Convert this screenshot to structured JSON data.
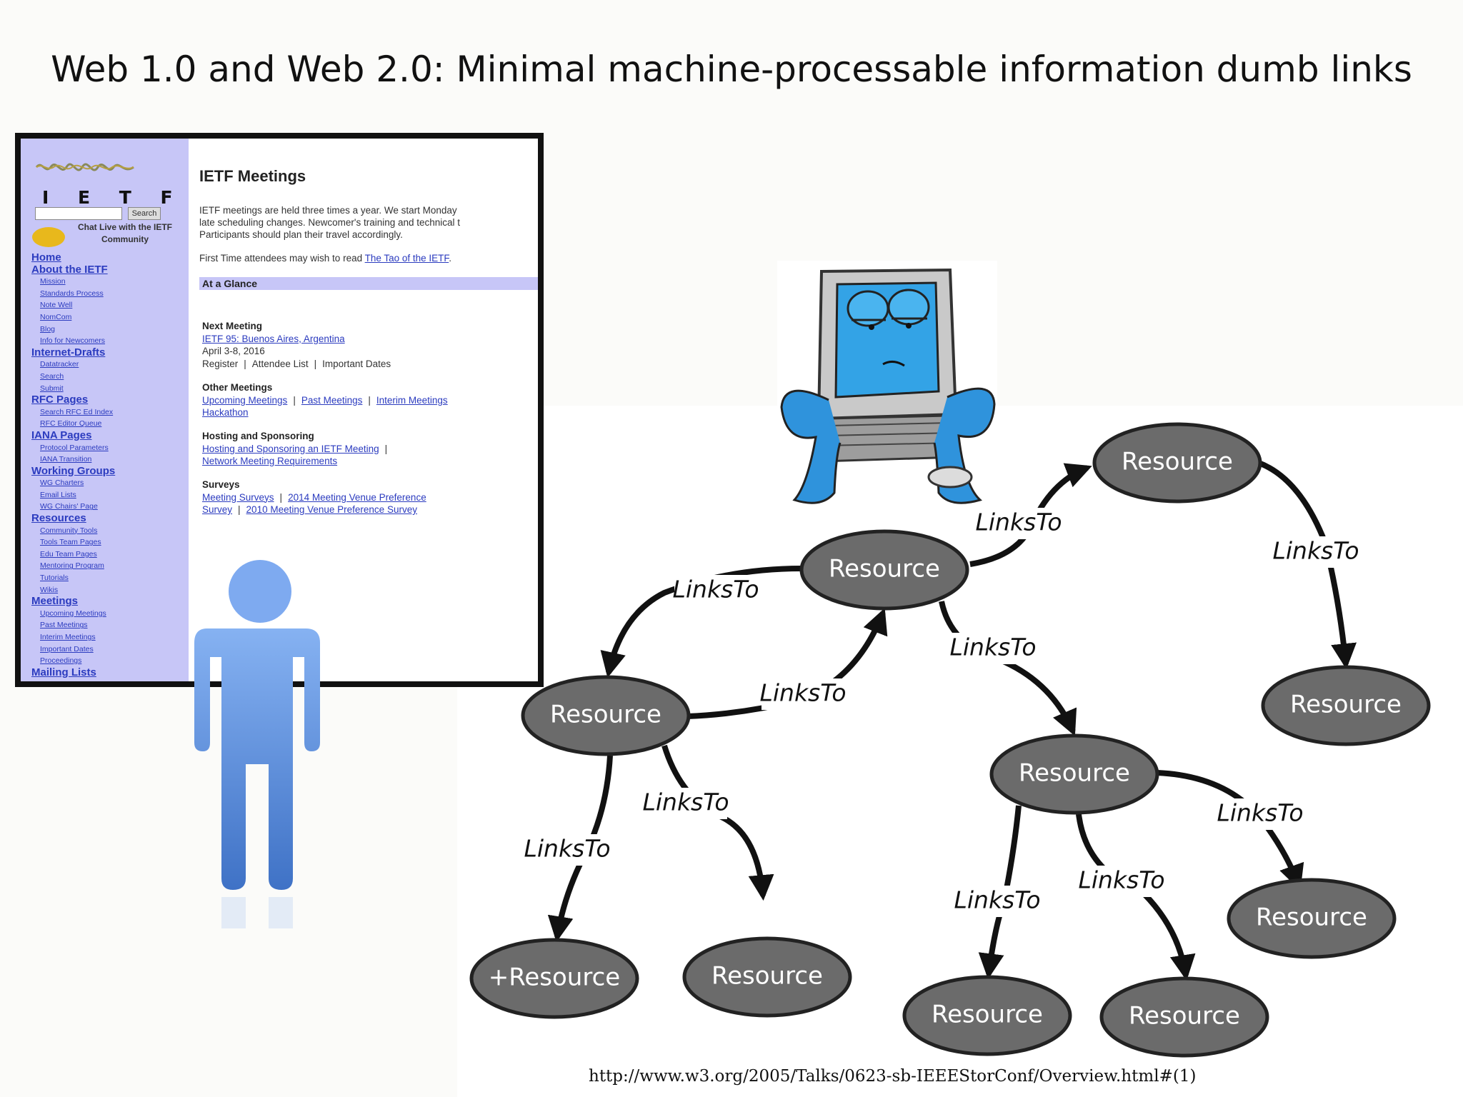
{
  "title": "Web 1.0 and Web 2.0: Minimal machine-processable information dumb links",
  "footer_url": "http://www.w3.org/2005/Talks/0623-sb-IEEEStorConf/Overview.html#(1)",
  "screenshot": {
    "logo_text": "I E T F",
    "search_button": "Search",
    "chat_text": "Chat Live with the IETF Community",
    "nav": [
      {
        "label": "Home",
        "level": "h"
      },
      {
        "label": "About the IETF",
        "level": "h"
      },
      {
        "label": "Mission",
        "level": "s"
      },
      {
        "label": "Standards Process",
        "level": "s"
      },
      {
        "label": "Note Well",
        "level": "s"
      },
      {
        "label": "NomCom",
        "level": "s"
      },
      {
        "label": "Blog",
        "level": "s"
      },
      {
        "label": "Info for Newcomers",
        "level": "s"
      },
      {
        "label": "Internet-Drafts",
        "level": "h"
      },
      {
        "label": "Datatracker",
        "level": "s"
      },
      {
        "label": "Search",
        "level": "s"
      },
      {
        "label": "Submit",
        "level": "s"
      },
      {
        "label": "RFC Pages",
        "level": "h"
      },
      {
        "label": "Search RFC Ed Index",
        "level": "s"
      },
      {
        "label": "RFC Editor Queue",
        "level": "s"
      },
      {
        "label": "IANA Pages",
        "level": "h"
      },
      {
        "label": "Protocol Parameters",
        "level": "s"
      },
      {
        "label": "IANA Transition",
        "level": "s"
      },
      {
        "label": "Working Groups",
        "level": "h"
      },
      {
        "label": "WG Charters",
        "level": "s"
      },
      {
        "label": "Email Lists",
        "level": "s"
      },
      {
        "label": "WG Chairs' Page",
        "level": "s"
      },
      {
        "label": "Resources",
        "level": "h"
      },
      {
        "label": "Community Tools",
        "level": "s"
      },
      {
        "label": "Tools Team Pages",
        "level": "s"
      },
      {
        "label": "Edu Team Pages",
        "level": "s"
      },
      {
        "label": "Mentoring Program",
        "level": "s"
      },
      {
        "label": "Tutorials",
        "level": "s"
      },
      {
        "label": "Wikis",
        "level": "s"
      },
      {
        "label": "Meetings",
        "level": "h"
      },
      {
        "label": "Upcoming Meetings",
        "level": "s"
      },
      {
        "label": "Past Meetings",
        "level": "s"
      },
      {
        "label": "Interim Meetings",
        "level": "s"
      },
      {
        "label": "Important Dates",
        "level": "s"
      },
      {
        "label": "Proceedings",
        "level": "s"
      },
      {
        "label": "Mailing Lists",
        "level": "h"
      }
    ],
    "page_title": "IETF Meetings",
    "intro_lines": [
      "IETF meetings are held three times a year. We start Monday",
      "late scheduling changes. Newcomer's training and technical t",
      "Participants should plan their travel accordingly."
    ],
    "first_time_text": "First Time attendees may wish to read",
    "first_time_link": "The Tao of the IETF",
    "first_time_end": ".",
    "glance": "At a Glance",
    "next_meeting": {
      "heading": "Next Meeting",
      "link": "IETF 95: Buenos Aires, Argentina",
      "date": "April 3-8, 2016",
      "items": [
        "Register",
        "Attendee List",
        "Important Dates"
      ]
    },
    "other_meetings": {
      "heading": "Other Meetings",
      "links": [
        "Upcoming Meetings",
        "Past Meetings",
        "Interim Meetings"
      ],
      "link2": "Hackathon"
    },
    "hosting": {
      "heading": "Hosting and Sponsoring",
      "link1": "Hosting and Sponsoring an IETF Meeting",
      "link2": "Network Meeting Requirements"
    },
    "surveys": {
      "heading": "Surveys",
      "link1": "Meeting Surveys",
      "link2": "2014 Meeting Venue Preference",
      "link3": "Survey",
      "link4": "2010 Meeting Venue Preference Survey"
    }
  },
  "graph": {
    "node_fill": "#6b6b6b",
    "nodes": [
      {
        "id": "n1",
        "label": "Resource"
      },
      {
        "id": "n2",
        "label": "Resource"
      },
      {
        "id": "n3",
        "label": "Resource"
      },
      {
        "id": "n4",
        "label": "Resource"
      },
      {
        "id": "n5",
        "label": "Resource"
      },
      {
        "id": "n6",
        "label": "Resource"
      },
      {
        "id": "n7",
        "label": "+Resource"
      },
      {
        "id": "n8",
        "label": "Resource"
      },
      {
        "id": "n9",
        "label": "Resource"
      },
      {
        "id": "n10",
        "label": "Resource"
      }
    ],
    "edge_label": "LinksTo",
    "edges": [
      {
        "from": "n1",
        "to": "n2",
        "label": "LinksTo"
      },
      {
        "from": "n2",
        "to": "n3",
        "label": "LinksTo"
      },
      {
        "from": "n1",
        "to": "n4",
        "label": "LinksTo"
      },
      {
        "from": "n4",
        "to": "n1",
        "label": "LinksTo"
      },
      {
        "from": "n1",
        "to": "n5",
        "label": "LinksTo"
      },
      {
        "from": "n4",
        "to": "n6",
        "label": "LinksTo"
      },
      {
        "from": "n4",
        "to": "n7",
        "label": "LinksTo"
      },
      {
        "from": "n5",
        "to": "n8",
        "label": "LinksTo"
      },
      {
        "from": "n5",
        "to": "n9",
        "label": "LinksTo"
      },
      {
        "from": "n5",
        "to": "n10",
        "label": "LinksTo"
      }
    ]
  }
}
